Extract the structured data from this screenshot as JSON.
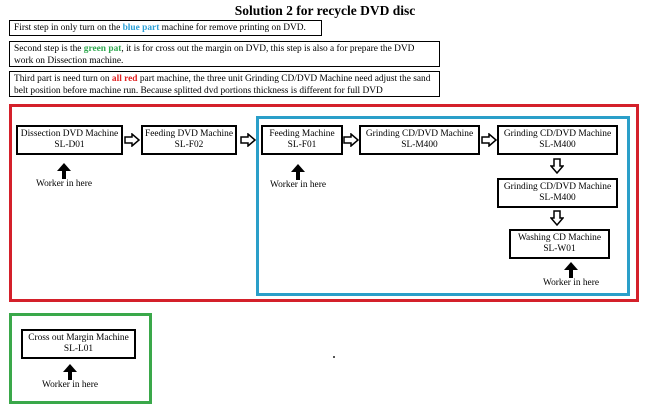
{
  "title": "Solution 2 for recycle DVD disc",
  "notes": {
    "step1": {
      "before": "First step in only turn on the ",
      "highlight": "blue part",
      "after": " machine for remove printing on DVD.",
      "color": "#2aa0d8"
    },
    "step2": {
      "before": "Second step is the ",
      "highlight": "green pat",
      "after": ", it is for cross out the margin on DVD, this step is also a for prepare the DVD work on Dissection machine.",
      "color": "#2fa84f"
    },
    "step3": {
      "before": "Third part is need turn on ",
      "highlight": "all red",
      "after": " part machine, the three unit Grinding CD/DVD Machine need adjust the sand belt position before machine run. Because splitted dvd portions thickness is different for full DVD",
      "color": "#e02020"
    }
  },
  "regions": {
    "red": "#d4202a",
    "blue": "#2a9fc9",
    "green": "#3aa84a"
  },
  "machines": {
    "dissection": {
      "name": "Dissection DVD Machine",
      "code": "SL-D01"
    },
    "feeding_f02": {
      "name": "Feeding DVD Machine",
      "code": "SL-F02"
    },
    "feeding_f01": {
      "name": "Feeding Machine",
      "code": "SL-F01"
    },
    "grinding_1": {
      "name": "Grinding CD/DVD Machine",
      "code": "SL-M400"
    },
    "grinding_2": {
      "name": "Grinding CD/DVD Machine",
      "code": "SL-M400"
    },
    "grinding_3": {
      "name": "Grinding CD/DVD Machine",
      "code": "SL-M400"
    },
    "washing": {
      "name": "Washing CD Machine",
      "code": "SL-W01"
    },
    "crossout": {
      "name": "Cross out Margin Machine",
      "code": "SL-L01"
    }
  },
  "worker_label": "Worker in here"
}
